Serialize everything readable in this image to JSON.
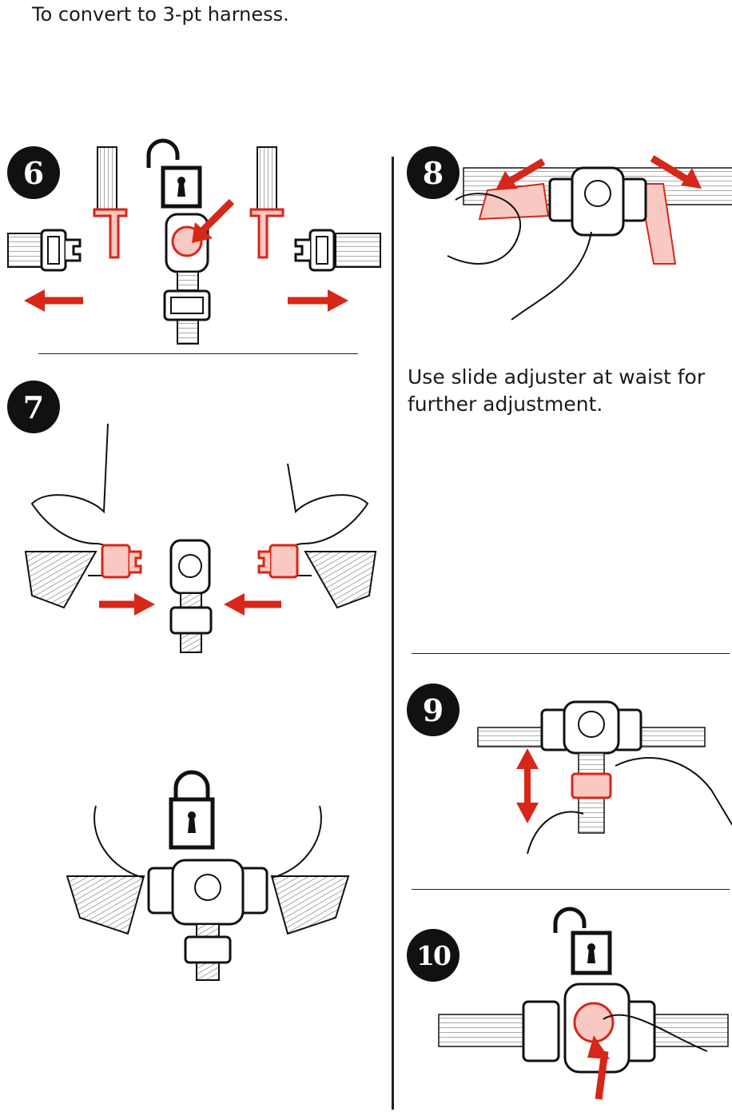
{
  "heading": "To convert to 3-pt harness.",
  "steps": [
    {
      "number": "6"
    },
    {
      "number": "7"
    },
    {
      "number": "8"
    },
    {
      "number": "9"
    },
    {
      "number": "10"
    }
  ],
  "step8_note": "Use slide adjuster at waist for further adjustment.",
  "colors": {
    "accent": "#d62718",
    "accent_light": "#f8c8c2",
    "ink": "#111111"
  }
}
